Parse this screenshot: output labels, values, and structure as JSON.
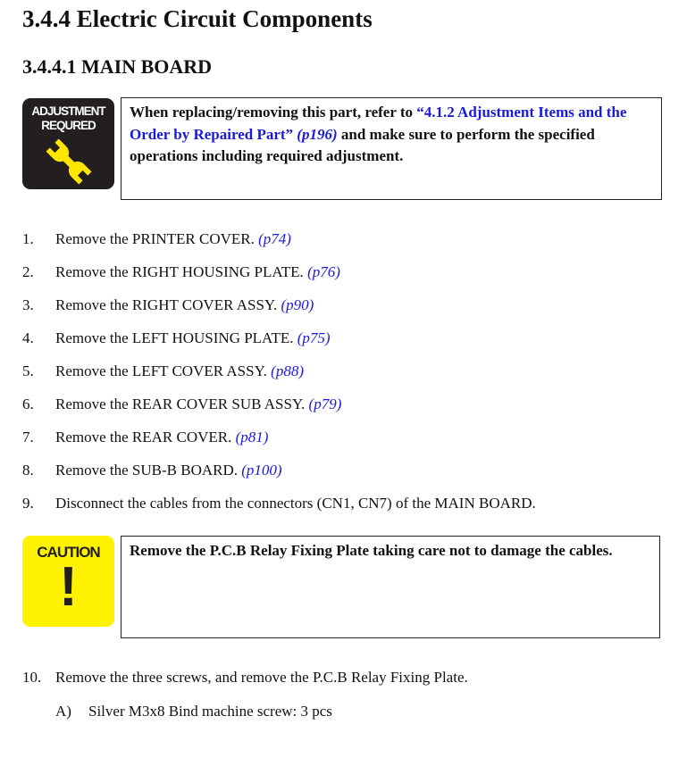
{
  "title": "3.4.4  Electric Circuit Components",
  "subtitle": "3.4.4.1  MAIN BOARD",
  "adjustment": {
    "icon_line1": "ADJUSTMENT",
    "icon_line2": "REQURED",
    "text_before": "When replacing/removing this part, refer to ",
    "link": "“4.1.2  Adjustment Items and the Order by Repaired Part”",
    "page_ref": "(p196)",
    "text_after": " and make sure to perform the specified operations including required adjustment."
  },
  "steps": [
    {
      "num": "1.",
      "text": "Remove the PRINTER COVER. ",
      "ref": "(p74)"
    },
    {
      "num": "2.",
      "text": "Remove the RIGHT HOUSING PLATE. ",
      "ref": "(p76)"
    },
    {
      "num": "3.",
      "text": "Remove the RIGHT COVER ASSY. ",
      "ref": "(p90)"
    },
    {
      "num": "4.",
      "text": "Remove the LEFT HOUSING PLATE. ",
      "ref": "(p75)"
    },
    {
      "num": "5.",
      "text": "Remove the LEFT COVER ASSY. ",
      "ref": "(p88)"
    },
    {
      "num": "6.",
      "text": "Remove the REAR COVER SUB ASSY. ",
      "ref": "(p79)"
    },
    {
      "num": "7.",
      "text": "Remove the REAR COVER. ",
      "ref": "(p81)"
    },
    {
      "num": "8.",
      "text": "Remove the SUB-B BOARD. ",
      "ref": "(p100)"
    },
    {
      "num": "9.",
      "text": "Disconnect the cables from the connectors (CN1, CN7) of the MAIN BOARD.",
      "ref": ""
    }
  ],
  "caution": {
    "icon_label": "CAUTION",
    "icon_glyph": "!",
    "text": "Remove the P.C.B Relay Fixing Plate taking care not to damage the cables."
  },
  "step10": {
    "num": "10.",
    "text": "Remove the three screws, and remove the P.C.B Relay Fixing Plate."
  },
  "sub": {
    "label": "A)",
    "text": "Silver M3x8 Bind machine screw: 3 pcs"
  }
}
